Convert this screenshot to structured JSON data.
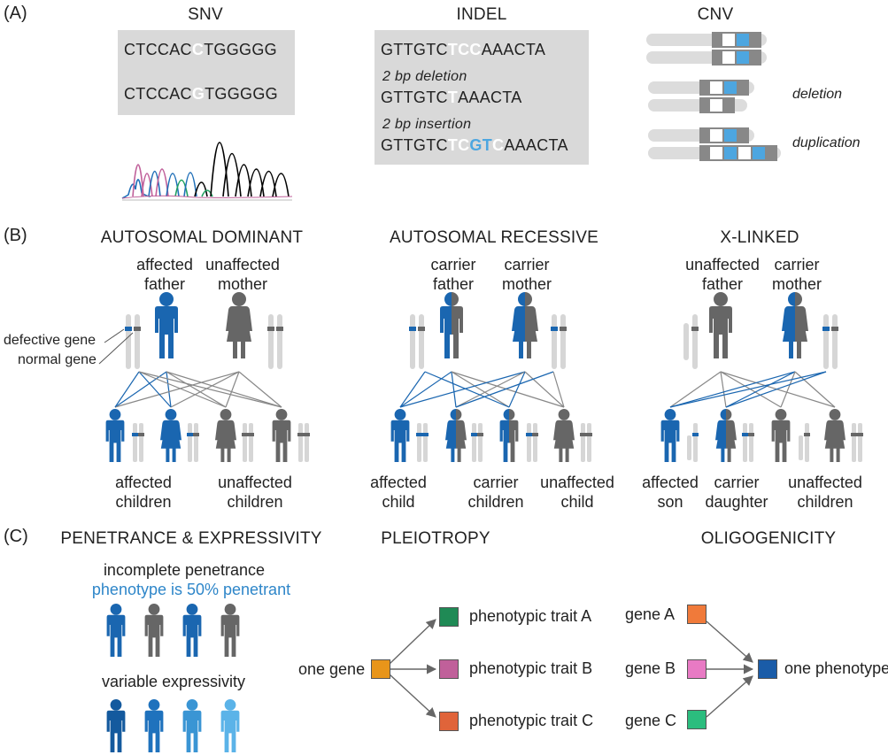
{
  "panels": {
    "a": "(A)",
    "b": "(B)",
    "c": "(C)"
  },
  "section_a": {
    "snv": {
      "title": "SNV",
      "seq_pre": "CTCCAC",
      "ref_base": "C",
      "alt_base": "G",
      "seq_post": "TGGGGG"
    },
    "indel": {
      "title": "INDEL",
      "ref_pre": "GTTGTC",
      "ref_mid": "TCC",
      "ref_post": "AAACTA",
      "del_label": "2 bp deletion",
      "del_pre": "GTTGTC",
      "del_mid": "T",
      "del_post": "AAACTA",
      "ins_label": "2 bp insertion",
      "ins_pre": "GTTGTC",
      "ins_a": "TC",
      "ins_b": "GT",
      "ins_c": "C",
      "ins_post": "AAACTA"
    },
    "cnv": {
      "title": "CNV",
      "deletion": "deletion",
      "duplication": "duplication"
    }
  },
  "section_b": {
    "dominant": {
      "title": "AUTOSOMAL DOMINANT",
      "father": "affected\nfather",
      "mother": "unaffected\nmother",
      "defective_gene": "defective gene",
      "normal_gene": "normal gene",
      "left_children": "affected\nchildren",
      "right_children": "unaffected\nchildren"
    },
    "recessive": {
      "title": "AUTOSOMAL RECESSIVE",
      "father": "carrier\nfather",
      "mother": "carrier\nmother",
      "c1": "affected\nchild",
      "c2": "carrier\nchildren",
      "c3": "unaffected\nchild"
    },
    "xlinked": {
      "title": "X-LINKED",
      "father": "unaffected\nfather",
      "mother": "carrier\nmother",
      "c1": "affected\nson",
      "c2": "carrier\ndaughter",
      "c3": "unaffected\nchildren"
    }
  },
  "section_c": {
    "pen": {
      "title": "PENETRANCE & EXPRESSIVITY",
      "incomplete": "incomplete penetrance",
      "note": "phenotype is 50% penetrant",
      "variable": "variable expressivity"
    },
    "pleio": {
      "title": "PLEIOTROPY",
      "one_gene": "one gene",
      "trait_a": "phenotypic trait A",
      "trait_b": "phenotypic trait B",
      "trait_c": "phenotypic trait C"
    },
    "oligo": {
      "title": "OLIGOGENICITY",
      "gene_a": "gene A",
      "gene_b": "gene B",
      "gene_c": "gene C",
      "phenotype": "one phenotype"
    }
  },
  "colors": {
    "affected_blue": "#1a66b0",
    "unaffected_gray": "#666666",
    "highlight_blue": "#4da6e0",
    "orange": "#e8951a",
    "green": "#1f8a55",
    "magenta": "#c0609a",
    "red_orange": "#e0643a",
    "orange2": "#f07a3a",
    "pink": "#e87ac4",
    "teal": "#2bbd7e",
    "navy": "#1a5ca8"
  }
}
